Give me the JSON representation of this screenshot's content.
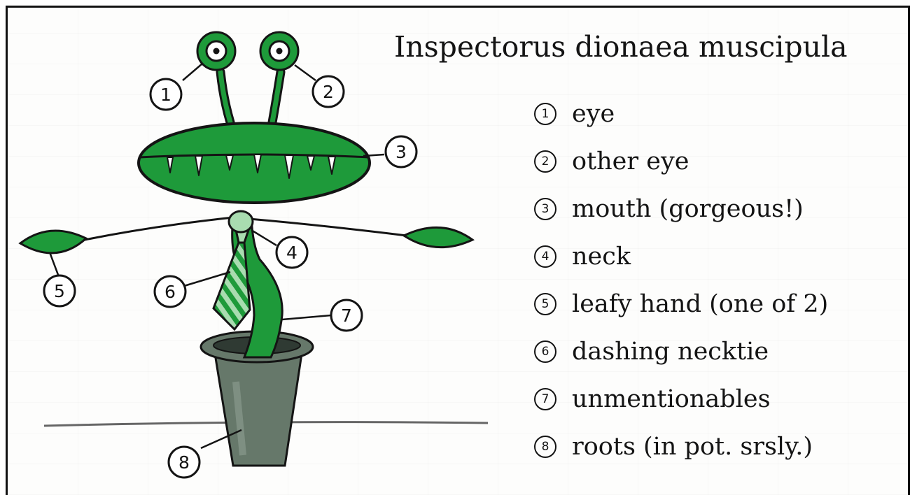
{
  "title": "Inspectorus dionaea muscipula",
  "callouts": [
    "1",
    "2",
    "3",
    "4",
    "5",
    "6",
    "7",
    "8"
  ],
  "legend": [
    {
      "num": "1",
      "text": "eye"
    },
    {
      "num": "2",
      "text": "other eye"
    },
    {
      "num": "3",
      "text": "mouth (gorgeous!)"
    },
    {
      "num": "4",
      "text": "neck"
    },
    {
      "num": "5",
      "text": "leafy hand (one of 2)"
    },
    {
      "num": "6",
      "text": "dashing necktie"
    },
    {
      "num": "7",
      "text": "unmentionables"
    },
    {
      "num": "8",
      "text": "roots (in pot. srsly.)"
    }
  ],
  "colors": {
    "plant_green": "#1e9a3a",
    "tie_light": "#a9dcb0",
    "pot_gray": "#66786a",
    "outline": "#141414"
  }
}
